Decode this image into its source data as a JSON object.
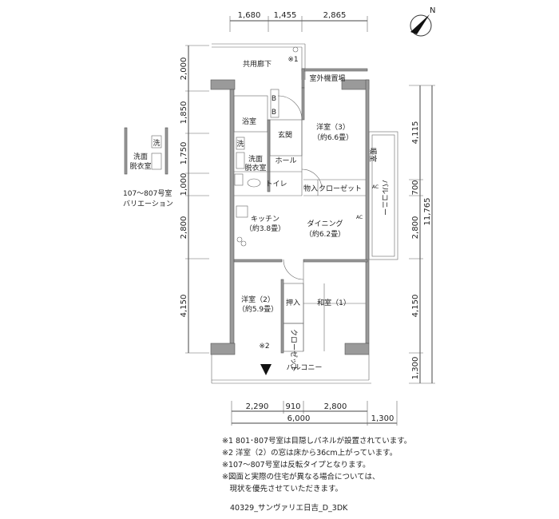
{
  "dimensions": {
    "top": [
      "1,680",
      "1,455",
      "2,865"
    ],
    "left": [
      "2,000",
      "1,850",
      "1,750",
      "1,000",
      "2,800",
      "4,150"
    ],
    "right": [
      "4,115",
      "700",
      "2,800",
      "4,150",
      "1,300"
    ],
    "right_total": "11,765",
    "bottom_row1": [
      "2,290",
      "910",
      "2,800"
    ],
    "bottom_row2": [
      "6,000",
      "1,300"
    ]
  },
  "compass": "N",
  "rooms": {
    "corridor": "共用廊下",
    "note1_mark": "※1",
    "outdoor_unit": "室外機置場",
    "bath": "浴室",
    "entrance": "玄関",
    "western3": "洋室（3）",
    "western3_size": "（約6.6畳）",
    "washroom_1": "洗面",
    "washroom_2": "脱衣室",
    "washer": "洗",
    "hall": "ホール",
    "toilet": "トイレ",
    "storage": "物入",
    "closet_h": "クローゼット",
    "kitchen": "キッチン",
    "kitchen_size": "（約3.8畳）",
    "dining": "ダイニング",
    "dining_size": "（約6.2畳）",
    "western2": "洋室（2）",
    "western2_size": "（約5.9畳）",
    "oshiire": "押入",
    "japanese1": "和室（1）",
    "closet_v": "クローゼット",
    "note2_mark": "※2",
    "balcony_bottom": "バルコニー",
    "balcony_right": "バルコニー",
    "dantsu": "暖室",
    "ac": "AC",
    "mb": "B",
    "pipe_b": "B"
  },
  "variation": {
    "washer": "洗",
    "washroom_1": "洗面",
    "washroom_2": "脱衣室",
    "label_1": "107〜807号室",
    "label_2": "バリエーション"
  },
  "notes": [
    "※1 801･807号室は目隠しパネルが設置されています。",
    "※2 洋室（2）の窓は床から36cm上がっています。",
    "※107〜807号室は反転タイプとなります。",
    "※図面と実際の住宅が異なる場合については、",
    "　現状を優先させていただきます。"
  ],
  "plan_code": "40329_サンヴァリエ日吉_D_3DK"
}
